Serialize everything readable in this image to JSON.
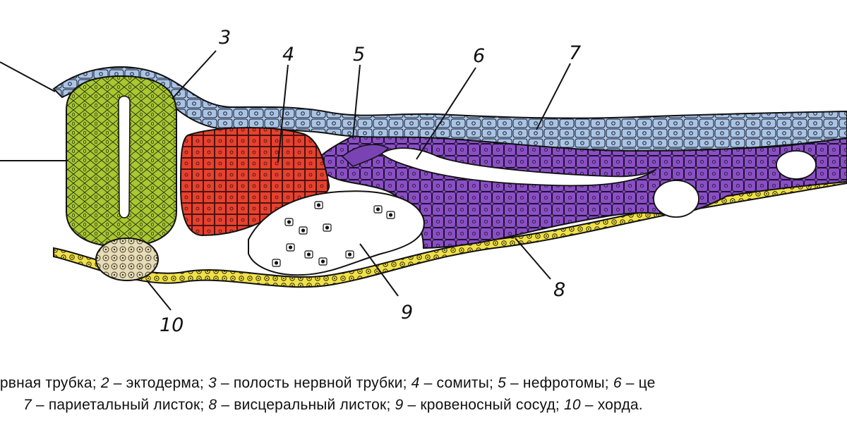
{
  "figure": {
    "labels": [
      "3",
      "4",
      "5",
      "6",
      "7",
      "8",
      "9",
      "10"
    ],
    "structures": [
      {
        "id": "neural-tube",
        "color": "#a8c832"
      },
      {
        "id": "ectoderm",
        "color": "#a9c5e6"
      },
      {
        "id": "neural-tube-cavity",
        "color": "#ffffff"
      },
      {
        "id": "somite",
        "color": "#e8412f"
      },
      {
        "id": "nephrotome",
        "color": "#8a4fc4"
      },
      {
        "id": "coelom",
        "color": "#ffffff"
      },
      {
        "id": "parietal-layer",
        "color": "#8a4fc4"
      },
      {
        "id": "visceral-layer",
        "color": "#f0e14a"
      },
      {
        "id": "blood-vessel",
        "color": "#ffffff"
      },
      {
        "id": "notochord",
        "color": "#e6dcb8"
      }
    ]
  },
  "caption": {
    "line1": [
      {
        "num": "",
        "text": "ервная трубка; "
      },
      {
        "num": "2",
        "text": " – эктодерма; "
      },
      {
        "num": "3",
        "text": " – полость нервной трубки; "
      },
      {
        "num": "4",
        "text": " – сомиты; "
      },
      {
        "num": "5",
        "text": " – нефротомы; "
      },
      {
        "num": "6",
        "text": " – це"
      }
    ],
    "line2": [
      {
        "num": "7",
        "text": " – париетальный листок; "
      },
      {
        "num": "8",
        "text": " – висцеральный листок; "
      },
      {
        "num": "9",
        "text": " – кровеносный сосуд; "
      },
      {
        "num": "10",
        "text": " – хорда."
      }
    ]
  }
}
